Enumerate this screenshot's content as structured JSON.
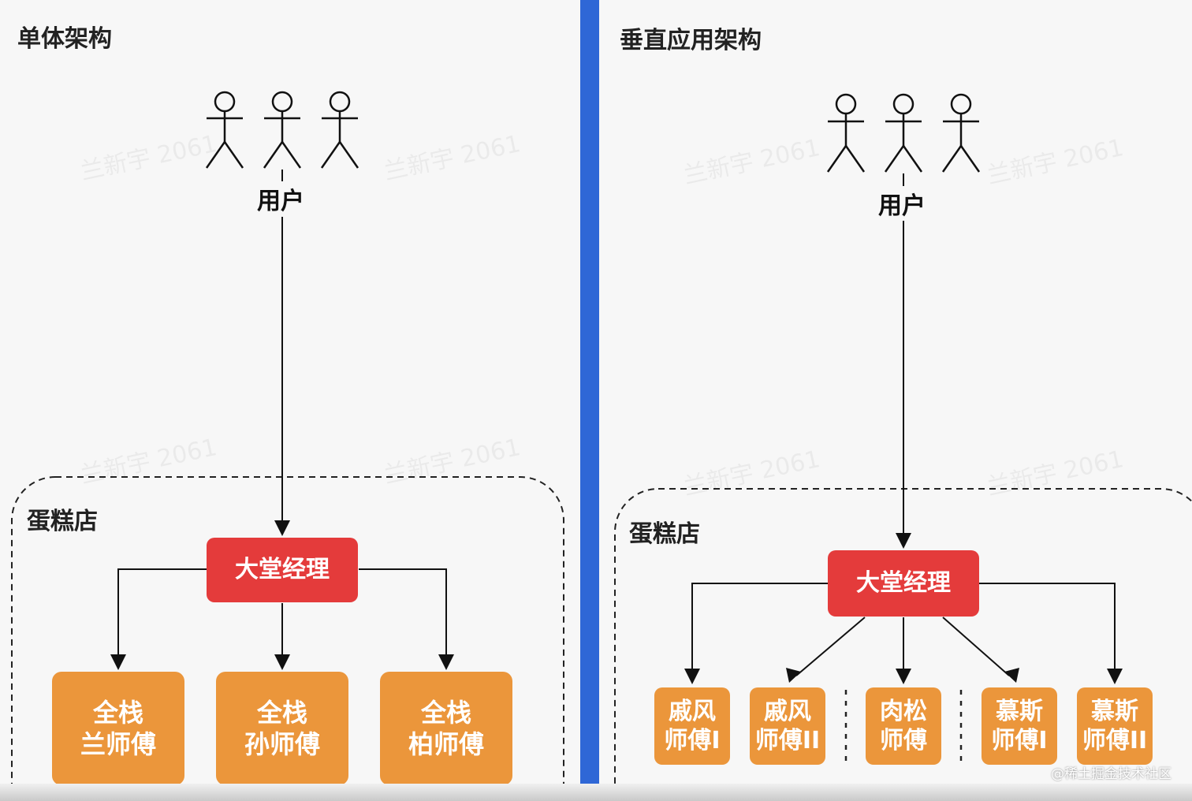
{
  "left": {
    "title": "单体架构",
    "user_label": "用户",
    "store_label": "蛋糕店",
    "manager": "大堂经理",
    "chefs": [
      {
        "line1": "全栈",
        "line2": "兰师傅"
      },
      {
        "line1": "全栈",
        "line2": "孙师傅"
      },
      {
        "line1": "全栈",
        "line2": "柏师傅"
      }
    ]
  },
  "right": {
    "title": "垂直应用架构",
    "user_label": "用户",
    "store_label": "蛋糕店",
    "manager": "大堂经理",
    "chefs": [
      {
        "line1": "戚风",
        "line2": "师傅I"
      },
      {
        "line1": "戚风",
        "line2": "师傅II"
      },
      {
        "line1": "肉松",
        "line2": "师傅"
      },
      {
        "line1": "慕斯",
        "line2": "师傅I"
      },
      {
        "line1": "慕斯",
        "line2": "师傅II"
      }
    ]
  },
  "watermark": "兰新宇 2061",
  "credit": "@稀土掘金技术社区",
  "colors": {
    "divider": "#2f67d6",
    "manager": "#e43b3b",
    "chef": "#eb963b"
  }
}
